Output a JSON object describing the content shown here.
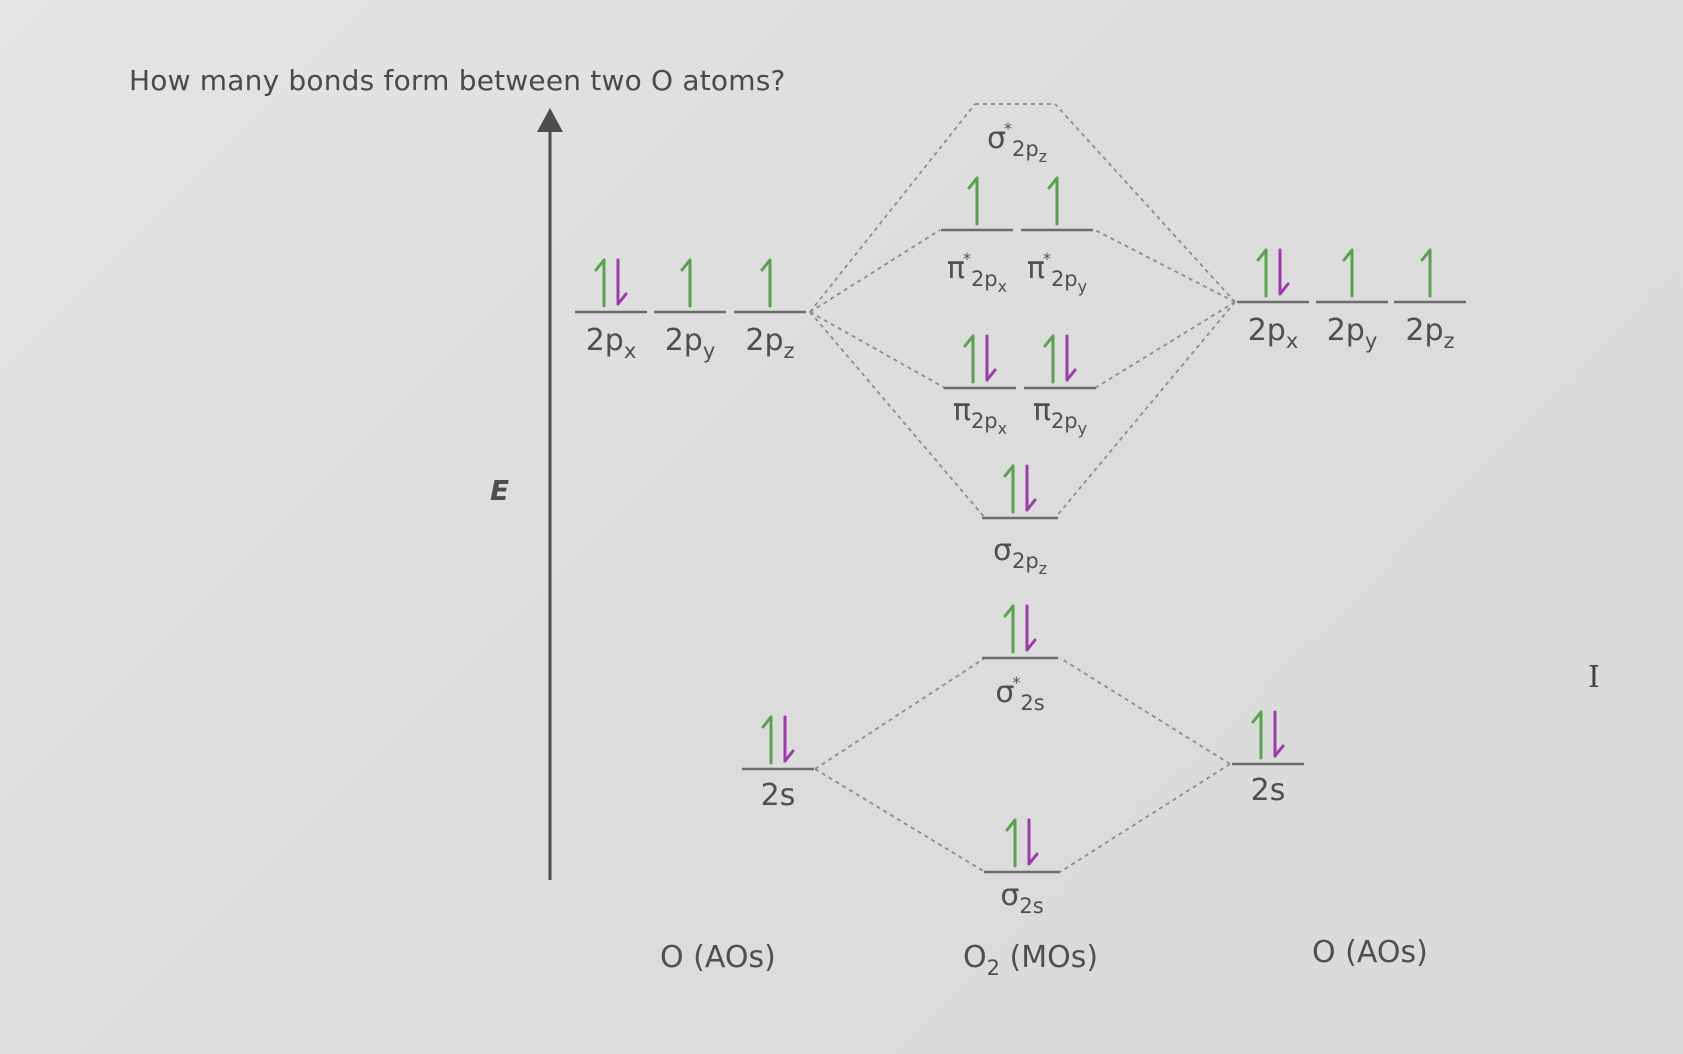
{
  "question": "How many bonds form between two O atoms?",
  "axis_label": "E",
  "captions": {
    "left": "O (AOs)",
    "center_main": "O",
    "center_sub": "2",
    "center_rest": " (MOs)",
    "right": "O (AOs)"
  },
  "cursor_glyph": "I",
  "colors": {
    "spin_up": "#59a14f",
    "spin_down": "#9b3aa8",
    "level": "#6c6c6c",
    "background": "#dfe0df"
  },
  "orbitals": {
    "left_2px": {
      "main": "2p",
      "sub": "x",
      "electrons": 2
    },
    "left_2py": {
      "main": "2p",
      "sub": "y",
      "electrons": 1
    },
    "left_2pz": {
      "main": "2p",
      "sub": "z",
      "electrons": 1
    },
    "left_2s": {
      "main": "2s",
      "sub": "",
      "electrons": 2
    },
    "right_2px": {
      "main": "2p",
      "sub": "x",
      "electrons": 2
    },
    "right_2py": {
      "main": "2p",
      "sub": "y",
      "electrons": 1
    },
    "right_2pz": {
      "main": "2p",
      "sub": "z",
      "electrons": 1
    },
    "right_2s": {
      "main": "2s",
      "sub": "",
      "electrons": 2
    },
    "sigma_star_2pz": {
      "main": "σ",
      "star": "*",
      "sub": "2p",
      "subsub": "z",
      "electrons": 0
    },
    "pi_star_2px": {
      "main": "π",
      "star": "*",
      "sub": "2p",
      "subsub": "x",
      "electrons": 1
    },
    "pi_star_2py": {
      "main": "π",
      "star": "*",
      "sub": "2p",
      "subsub": "y",
      "electrons": 1
    },
    "pi_2px": {
      "main": "π",
      "star": "",
      "sub": "2p",
      "subsub": "x",
      "electrons": 2
    },
    "pi_2py": {
      "main": "π",
      "star": "",
      "sub": "2p",
      "subsub": "y",
      "electrons": 2
    },
    "sigma_2pz": {
      "main": "σ",
      "star": "",
      "sub": "2p",
      "subsub": "z",
      "electrons": 2
    },
    "sigma_star_2s": {
      "main": "σ",
      "star": "*",
      "sub": "2s",
      "subsub": "",
      "electrons": 2
    },
    "sigma_2s": {
      "main": "σ",
      "star": "",
      "sub": "2s",
      "subsub": "",
      "electrons": 2
    }
  }
}
